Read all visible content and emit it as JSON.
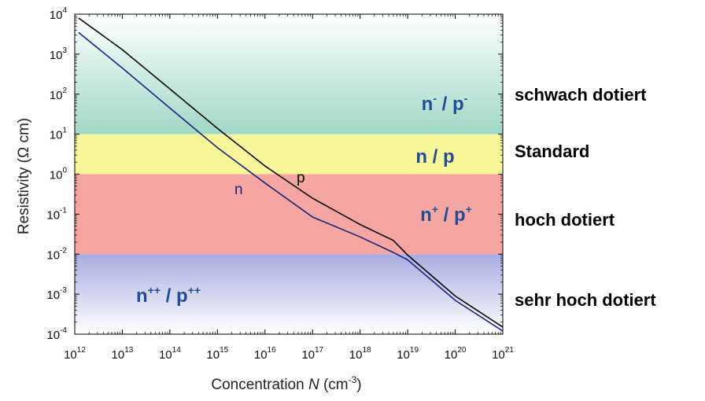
{
  "chart_data": {
    "type": "line",
    "xlabel": {
      "prefix": "Concentration ",
      "var": "N",
      "unit": " (cm",
      "unit_exp": "-3",
      "close": ")"
    },
    "ylabel": "Resistivity (Ω cm)",
    "xscale": "log",
    "yscale": "log",
    "xlim": [
      1000000000000.0,
      1e+21
    ],
    "ylim": [
      0.0001,
      10000.0
    ],
    "x_ticks": [
      {
        "base": "10",
        "exp": "12"
      },
      {
        "base": "10",
        "exp": "13"
      },
      {
        "base": "10",
        "exp": "14"
      },
      {
        "base": "10",
        "exp": "15"
      },
      {
        "base": "10",
        "exp": "16"
      },
      {
        "base": "10",
        "exp": "17"
      },
      {
        "base": "10",
        "exp": "18"
      },
      {
        "base": "10",
        "exp": "19"
      },
      {
        "base": "10",
        "exp": "20"
      },
      {
        "base": "10",
        "exp": "21"
      }
    ],
    "y_ticks": [
      {
        "base": "10",
        "exp": "4"
      },
      {
        "base": "10",
        "exp": "3"
      },
      {
        "base": "10",
        "exp": "2"
      },
      {
        "base": "10",
        "exp": "1"
      },
      {
        "base": "10",
        "exp": "0"
      },
      {
        "base": "10",
        "exp": "-1"
      },
      {
        "base": "10",
        "exp": "-2"
      },
      {
        "base": "10",
        "exp": "-3"
      },
      {
        "base": "10",
        "exp": "-4"
      }
    ],
    "series": [
      {
        "name": "p",
        "color": "#000000",
        "x": [
          1200000000000.0,
          10000000000000.0,
          100000000000000.0,
          1000000000000000.0,
          1e+16,
          1e+17,
          1e+18,
          5e+18,
          1e+19,
          1e+20,
          1e+21
        ],
        "y": [
          8000,
          1300,
          135,
          14,
          1.6,
          0.25,
          0.055,
          0.022,
          0.0095,
          0.0009,
          0.00015
        ]
      },
      {
        "name": "n",
        "color": "#1a237e",
        "x": [
          1200000000000.0,
          10000000000000.0,
          100000000000000.0,
          1000000000000000.0,
          1e+16,
          1e+17,
          1e+18,
          5e+18,
          1e+19,
          1e+20,
          1e+21
        ],
        "y": [
          3500,
          450,
          45,
          4.6,
          0.6,
          0.085,
          0.027,
          0.011,
          0.0072,
          0.0007,
          0.00012
        ]
      }
    ],
    "bands": [
      {
        "from": 10,
        "to": 10000,
        "color": "#9fd8c7",
        "label_base": "n",
        "label_sup": "-",
        "label_mid": " / p",
        "label_sup2": "-",
        "side_label": "schwach dotiert"
      },
      {
        "from": 1,
        "to": 10,
        "color": "#f7f79a",
        "label_base": "n",
        "label_sup": "",
        "label_mid": " / p",
        "label_sup2": "",
        "side_label": "Standard"
      },
      {
        "from": 0.01,
        "to": 1,
        "color": "#f6a6a2",
        "label_base": "n",
        "label_sup": "+",
        "label_mid": " / p",
        "label_sup2": "+",
        "side_label": "hoch dotiert"
      },
      {
        "from": 0.0001,
        "to": 0.01,
        "color": "#b4b8ea",
        "label_base": "n",
        "label_sup": "++",
        "label_mid": " / p",
        "label_sup2": "++",
        "side_label": "sehr hoch dotiert"
      }
    ],
    "grid": false
  }
}
